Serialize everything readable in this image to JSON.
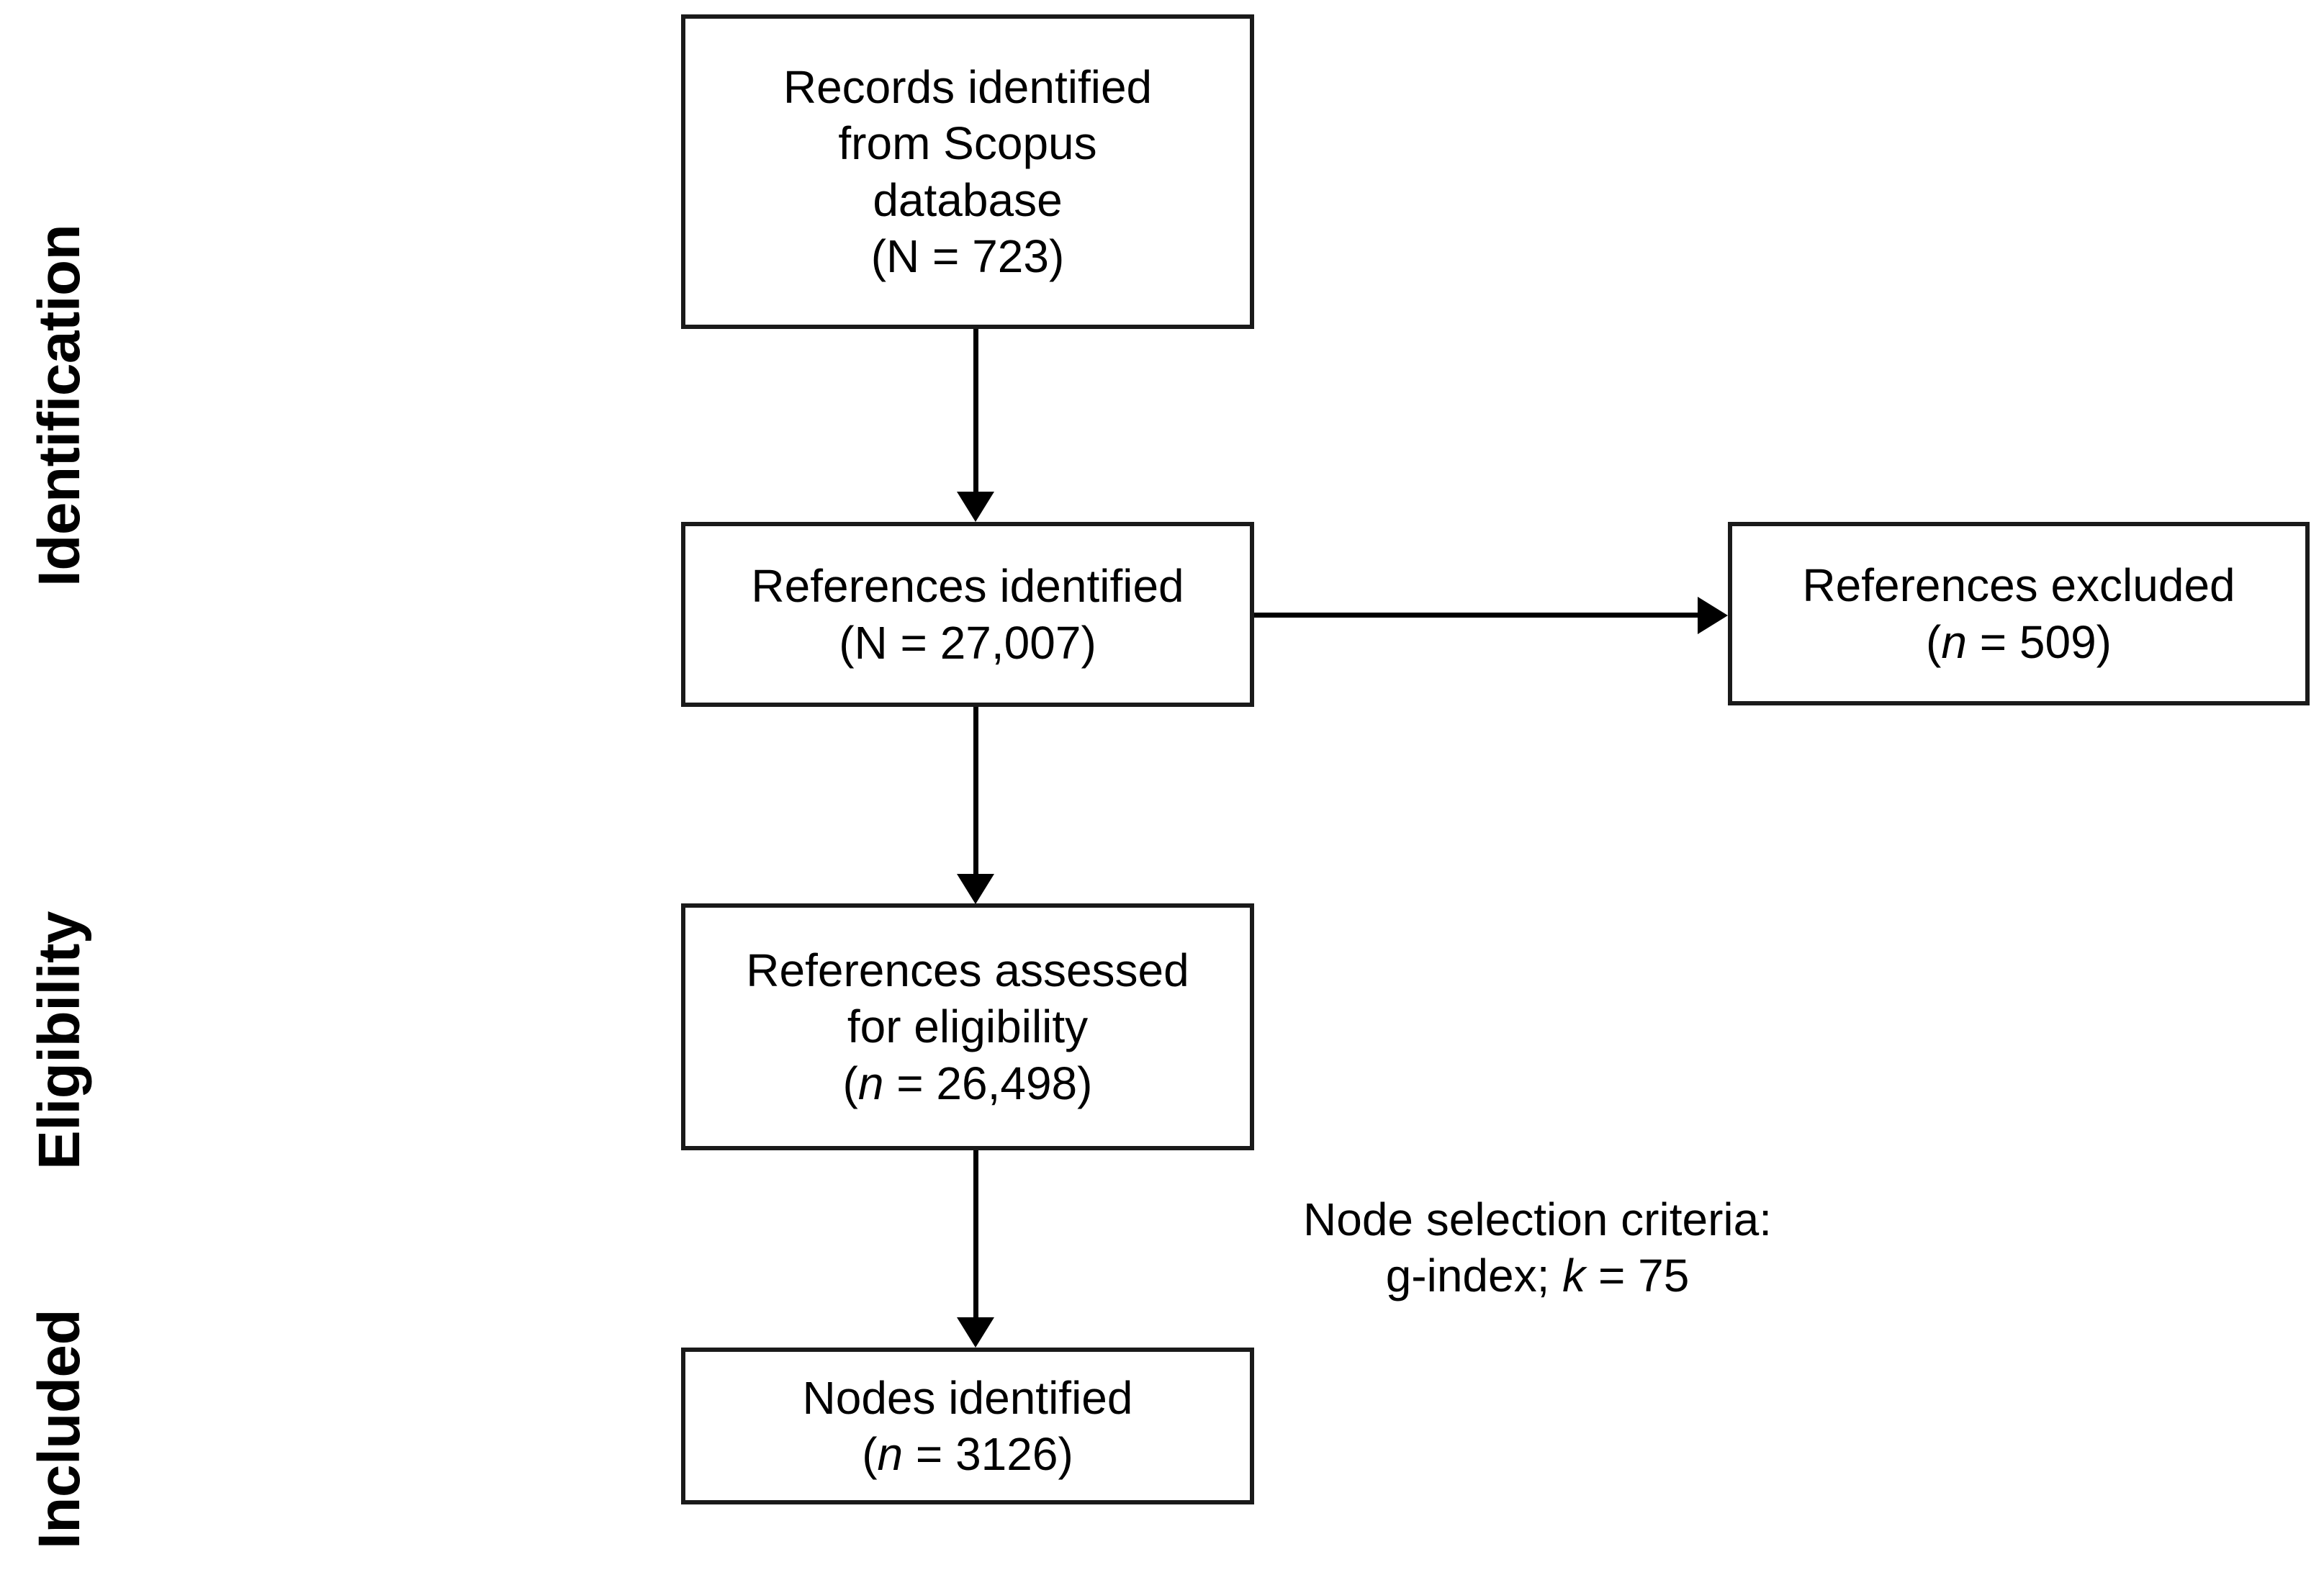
{
  "figure": {
    "type": "prisma-flow-diagram",
    "background_color": "#ffffff",
    "line_color": "#000000",
    "box_border_color": "#1a1a1a"
  },
  "stages": [
    {
      "id": "identification",
      "label": "Identification"
    },
    {
      "id": "eligibility",
      "label": "Eligibility"
    },
    {
      "id": "included",
      "label": "Included"
    }
  ],
  "boxes": {
    "records_identified": {
      "text": "Records identified\nfrom Scopus\ndatabase\n(N = 723)",
      "count_symbol": "N",
      "count_value": "723"
    },
    "references_identified": {
      "text": "References identified\n(N = 27,007)",
      "count_symbol": "N",
      "count_value": "27,007"
    },
    "references_excluded": {
      "line1": "References excluded",
      "line2_prefix": "(",
      "line2_symbol": "n",
      "line2_suffix": " = 509)",
      "count_symbol": "n",
      "count_value": "509"
    },
    "references_assessed": {
      "line1": "References assessed",
      "line2": "for eligibility",
      "line3_prefix": "(",
      "line3_symbol": "n",
      "line3_suffix": " = 26,498)",
      "count_symbol": "n",
      "count_value": "26,498"
    },
    "nodes_identified": {
      "line1": "Nodes identified",
      "line2_prefix": "(",
      "line2_symbol": "n",
      "line2_suffix": " = 3126)",
      "count_symbol": "n",
      "count_value": "3126"
    }
  },
  "annotation": {
    "line1": "Node selection criteria:",
    "line2_prefix": "g-index; ",
    "line2_symbol": "k",
    "line2_suffix": " = 75",
    "criterion": "g-index",
    "k_value": "75"
  }
}
